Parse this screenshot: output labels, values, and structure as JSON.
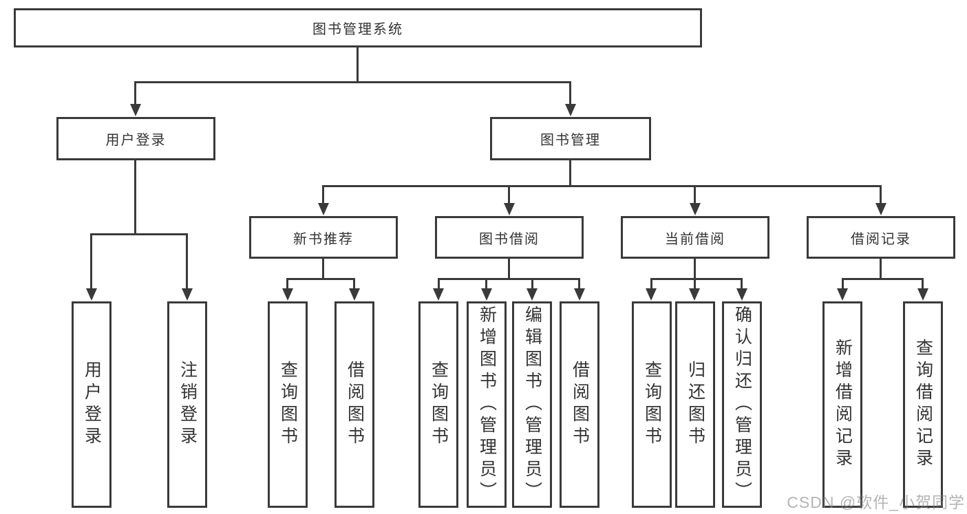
{
  "diagram": {
    "title": "图书管理系统",
    "branches": [
      {
        "label": "用户登录",
        "children": [
          "用户登录",
          "注销登录"
        ]
      },
      {
        "label": "图书管理",
        "groups": [
          {
            "label": "新书推荐",
            "children": [
              "查询图书",
              "借阅图书"
            ]
          },
          {
            "label": "图书借阅",
            "children": [
              "查询图书",
              "新增图书（管理员）",
              "编辑图书（管理员）",
              "借阅图书"
            ]
          },
          {
            "label": "当前借阅",
            "children": [
              "查询图书",
              "归还图书",
              "确认归还（管理员）"
            ]
          },
          {
            "label": "借阅记录",
            "children": [
              "新增借阅记录",
              "查询借阅记录"
            ]
          }
        ]
      }
    ]
  },
  "watermark": "CSDN @软件_小贺同学",
  "colors": {
    "line": "#3a3a3a",
    "text": "#333333",
    "watermark": "#828282",
    "background": "#ffffff"
  }
}
